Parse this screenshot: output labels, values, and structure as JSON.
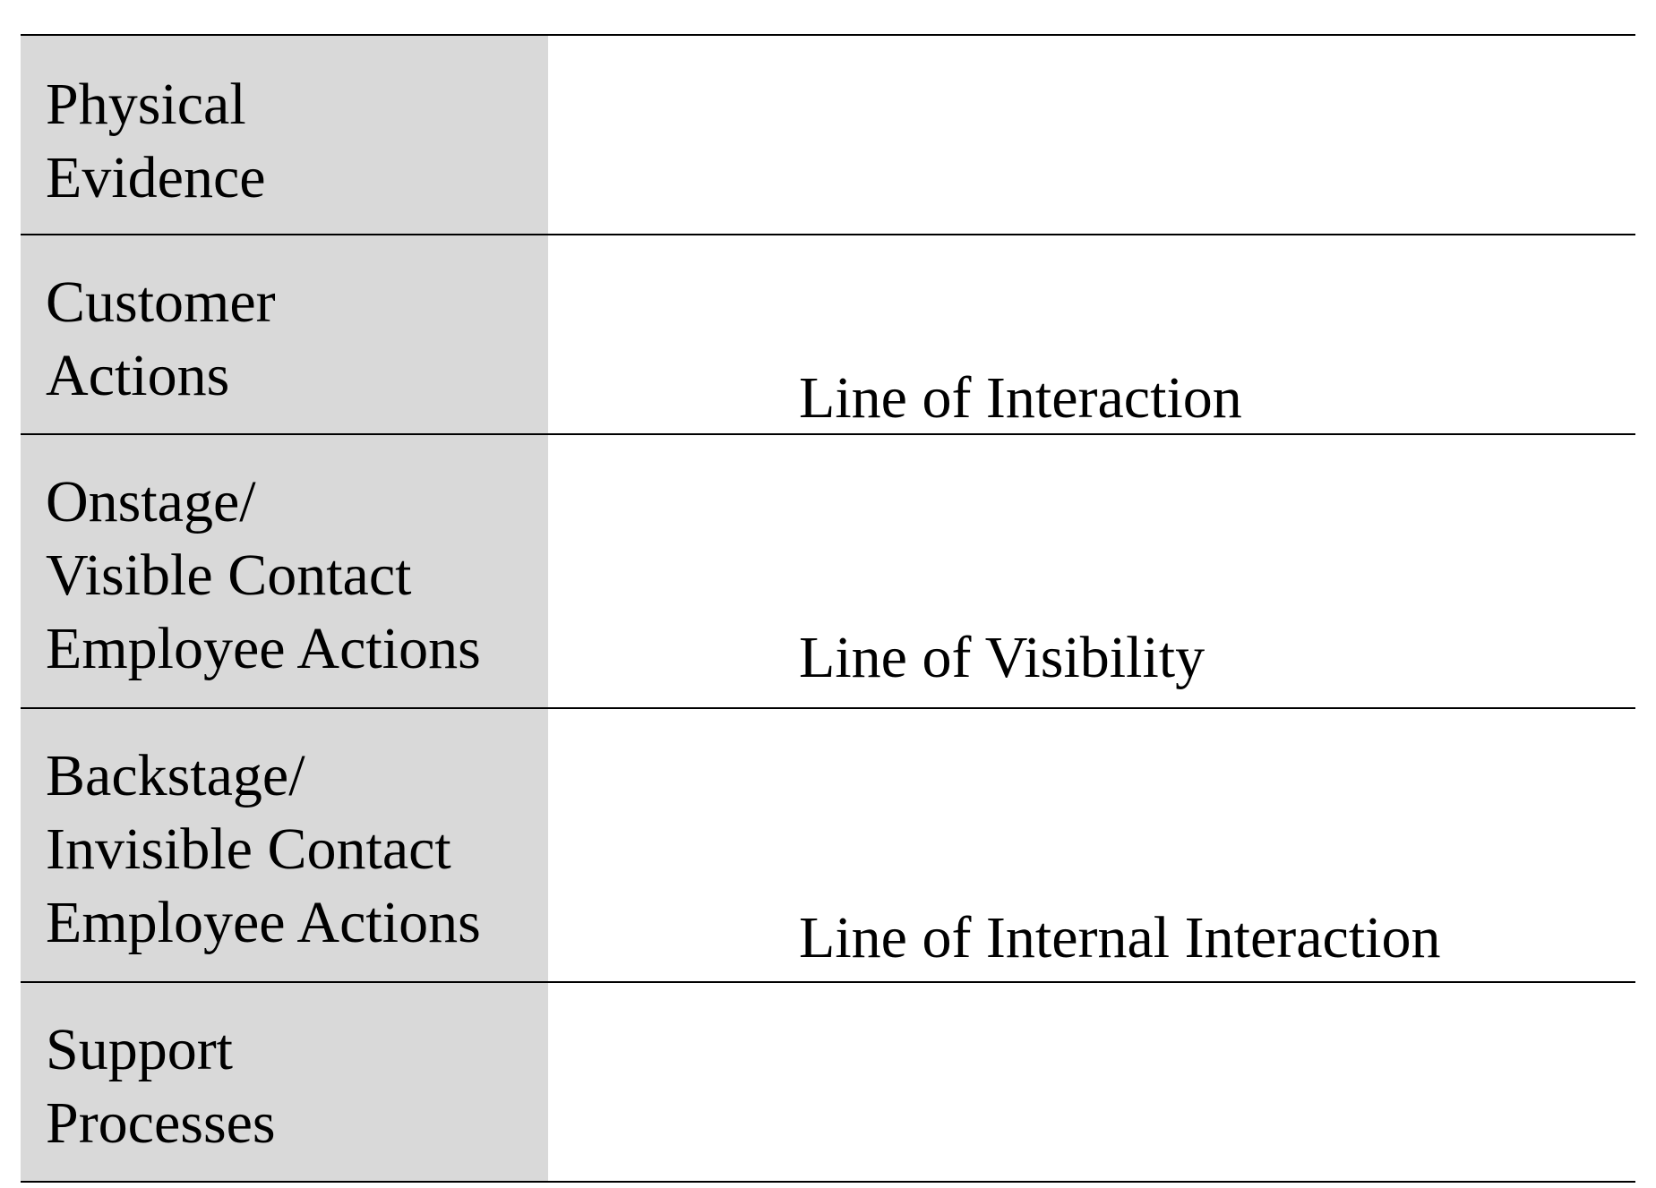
{
  "colors": {
    "label_column": "#d9d9d9",
    "lines": "#000000",
    "text": "#000000",
    "background": "#ffffff"
  },
  "lanes": [
    {
      "label": "Physical\nEvidence"
    },
    {
      "label": "Customer\nActions"
    },
    {
      "label": "Onstage/\nVisible Contact\nEmployee Actions"
    },
    {
      "label": "Backstage/\nInvisible Contact\nEmployee Actions"
    },
    {
      "label": "Support\nProcesses"
    }
  ],
  "boundary_lines": [
    {
      "label": "Line of Interaction"
    },
    {
      "label": "Line of Visibility"
    },
    {
      "label": "Line of Internal Interaction"
    }
  ]
}
